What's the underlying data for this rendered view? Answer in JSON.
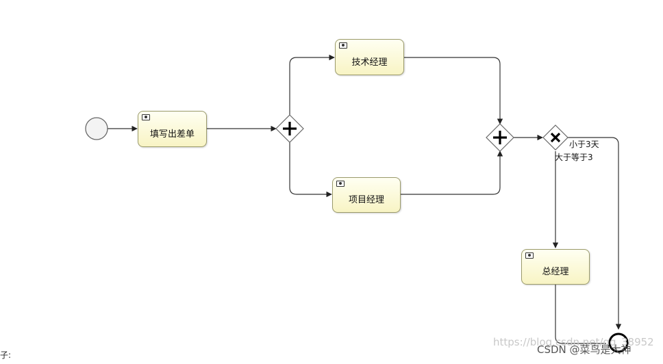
{
  "diagram": {
    "tasks": {
      "fill_form": "填写出差单",
      "tech_manager": "技术经理",
      "project_manager": "项目经理",
      "general_manager": "总经理"
    },
    "conditions": {
      "less_than_3": "小于3天",
      "gte_3": "大于等于3"
    }
  },
  "corner_text": "子:",
  "watermark": {
    "url": "https://blog.csdn.net/qq_38952",
    "credit": "CSDN @菜鸟是大神"
  },
  "colors": {
    "task_fill": "#fbf8d2",
    "task_border": "#9a9a6a",
    "line": "#333333"
  }
}
